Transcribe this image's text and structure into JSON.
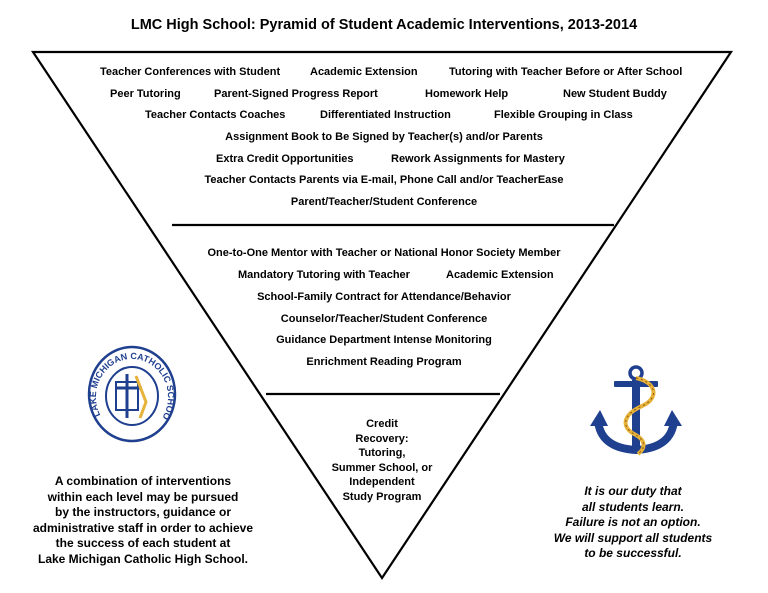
{
  "title": "LMC High School:  Pyramid of Student Academic Interventions, 2013-2014",
  "tier1": {
    "rows": [
      [
        "Teacher Conferences with Student",
        "Academic Extension",
        "Tutoring with Teacher Before or After School"
      ],
      [
        "Peer Tutoring",
        "Parent-Signed Progress Report",
        "Homework Help",
        "New Student Buddy"
      ],
      [
        "Teacher Contacts Coaches",
        "Differentiated Instruction",
        "Flexible Grouping in Class"
      ],
      [
        "Assignment Book to Be Signed by Teacher(s) and/or Parents"
      ],
      [
        "Extra Credit Opportunities",
        "Rework Assignments for Mastery"
      ],
      [
        "Teacher Contacts Parents via E-mail, Phone Call and/or TeacherEase"
      ],
      [
        "Parent/Teacher/Student Conference"
      ]
    ]
  },
  "tier2": {
    "rows": [
      [
        "One-to-One Mentor with Teacher or National Honor Society Member"
      ],
      [
        "Mandatory Tutoring with Teacher",
        "Academic Extension"
      ],
      [
        "School-Family Contract for Attendance/Behavior"
      ],
      [
        "Counselor/Teacher/Student Conference"
      ],
      [
        "Guidance Department Intense Monitoring"
      ],
      [
        "Enrichment Reading Program"
      ]
    ]
  },
  "tier3": {
    "lines": [
      "Credit",
      "Recovery:",
      "Tutoring,",
      "Summer School, or",
      "Independent",
      "Study Program"
    ]
  },
  "left_note": {
    "lines": [
      "A combination of interventions",
      "within each level may be pursued",
      "by the instructors, guidance or",
      "administrative staff in order to achieve",
      "the success of each student at",
      "Lake Michigan Catholic High School."
    ]
  },
  "right_note": {
    "lines": [
      "It is our duty that",
      "all students learn.",
      "Failure is not an option.",
      "We will support all students",
      "to be successful."
    ]
  },
  "seal": {
    "text_top": "LAKE MICHIGAN",
    "text_right": "CATHOLIC SCHOOLS"
  },
  "colors": {
    "navy": "#1f3f8f",
    "gold": "#e6b23a",
    "line": "#000000"
  }
}
